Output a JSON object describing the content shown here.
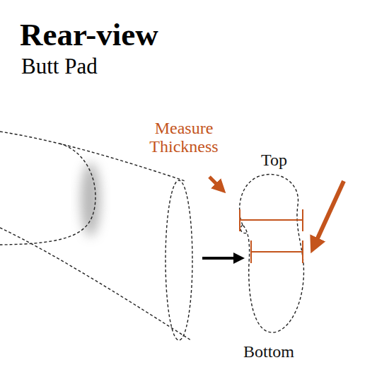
{
  "diagram": {
    "title": "Rear-view",
    "labels": [
      "Butt Pad",
      "Measure Thickness",
      "Top",
      "Bottom"
    ]
  }
}
